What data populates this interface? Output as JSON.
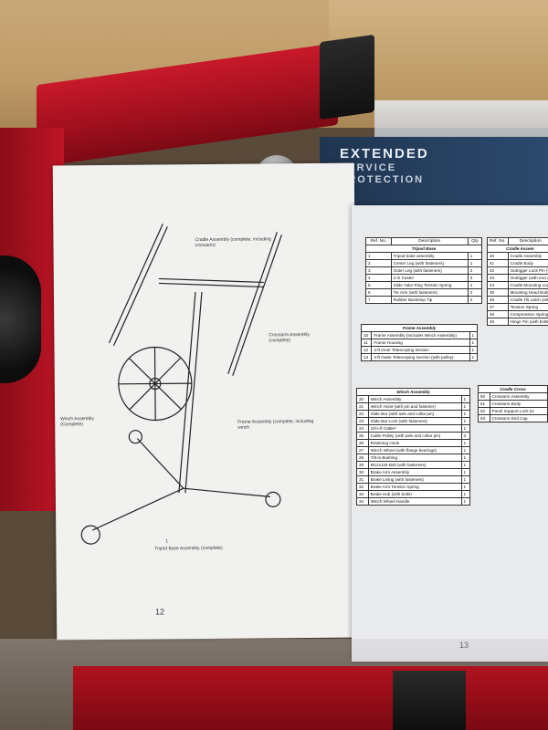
{
  "banner": {
    "title": "EXTENDED",
    "subtitle": "SERVICE PROTECTION"
  },
  "left_page": {
    "page_number": "12",
    "callouts": {
      "cradle": "Cradle Assembly (complete, including crossarm)",
      "crossarm": "Crossarm Assembly (complete)",
      "winch": "Winch Assembly (Complete)",
      "frame": "Frame Assembly (complete, including winch",
      "tripod": "Tripod Base Assembly (complete)",
      "tripod_num": "1"
    }
  },
  "right_page": {
    "page_number": "13",
    "headers": {
      "ref": "Ref. No.",
      "desc": "Description",
      "qty": "Qty"
    },
    "tripod_base": {
      "title": "Tripod Base",
      "rows": [
        [
          "1",
          "Tripod base assembly",
          "1"
        ],
        [
          "2",
          "Center Leg (with fasteners)",
          "1"
        ],
        [
          "3",
          "Outer Leg (with fasteners)",
          "2"
        ],
        [
          "4",
          "4-in Caster",
          "3"
        ],
        [
          "5",
          "Slide Yoke Ring Tension Spring",
          "1"
        ],
        [
          "6",
          "Tie Arm (with fasteners)",
          "2"
        ],
        [
          "7",
          "Rubber Backstop Tip",
          "2"
        ]
      ]
    },
    "frame_assembly": {
      "title": "Frame Assembly",
      "rows": [
        [
          "10",
          "Frame Assembly (Includes Winch Assembly)",
          "1"
        ],
        [
          "11",
          "Frame Housing",
          "1"
        ],
        [
          "12",
          "4-ft Inner Telescoping Section",
          "1"
        ],
        [
          "13",
          "4-ft Outer Telescoping Section (with pulley)",
          "1"
        ]
      ]
    },
    "winch_assembly": {
      "title": "Winch Assembly",
      "rows": [
        [
          "20",
          "Winch Assembly",
          "1"
        ],
        [
          "21",
          "Winch Hoist (with pin and fastener)",
          "1"
        ],
        [
          "22",
          "Slide Bar (with axle and collar pin)",
          "1"
        ],
        [
          "23",
          "Slide Bar Lock (with fasteners)",
          "1"
        ],
        [
          "24",
          "15½-ft Cable*",
          "1"
        ],
        [
          "25",
          "Cable Pulley (with axle and collar pin)",
          "3"
        ],
        [
          "26",
          "Retaining Hook",
          "1"
        ],
        [
          "27",
          "Winch Wheel (with flange bearings)",
          "1"
        ],
        [
          "28",
          "7/8-in Bushing",
          "1"
        ],
        [
          "29",
          "M12x125 Bolt (with fasteners)",
          "1"
        ],
        [
          "30",
          "Brake Arm Assembly",
          "1"
        ],
        [
          "31",
          "Brake Lining (with fasteners)",
          "1"
        ],
        [
          "32",
          "Brake Arm Tension Spring",
          "1"
        ],
        [
          "33",
          "Brake Hub (with bolts)",
          "1"
        ],
        [
          "34",
          "Winch Wheel Handle",
          "1"
        ]
      ]
    },
    "cradle_assembly": {
      "title": "Cradle Assem",
      "rows": [
        [
          "40",
          "Cradle Assembly"
        ],
        [
          "41",
          "Cradle Body"
        ],
        [
          "42",
          "Outrigger Lock Pin (w"
        ],
        [
          "43",
          "Outrigger (with end c"
        ],
        [
          "44",
          "Cradle Mounting Leg"
        ],
        [
          "45",
          "Mounting Head Body"
        ],
        [
          "46",
          "Cradle Tilt Latch (wit"
        ],
        [
          "47",
          "Tension Spring"
        ],
        [
          "48",
          "Compression Spring"
        ],
        [
          "49",
          "Hinge Pin (with bolts"
        ]
      ]
    },
    "cradle_crossarm": {
      "title": "Cradle Cross",
      "rows": [
        [
          "50",
          "Crossarm Assembly"
        ],
        [
          "51",
          "Crossarm Body"
        ],
        [
          "52",
          "Panel Support Lock (w"
        ],
        [
          "53",
          "Crossarm End Cap"
        ]
      ]
    }
  }
}
